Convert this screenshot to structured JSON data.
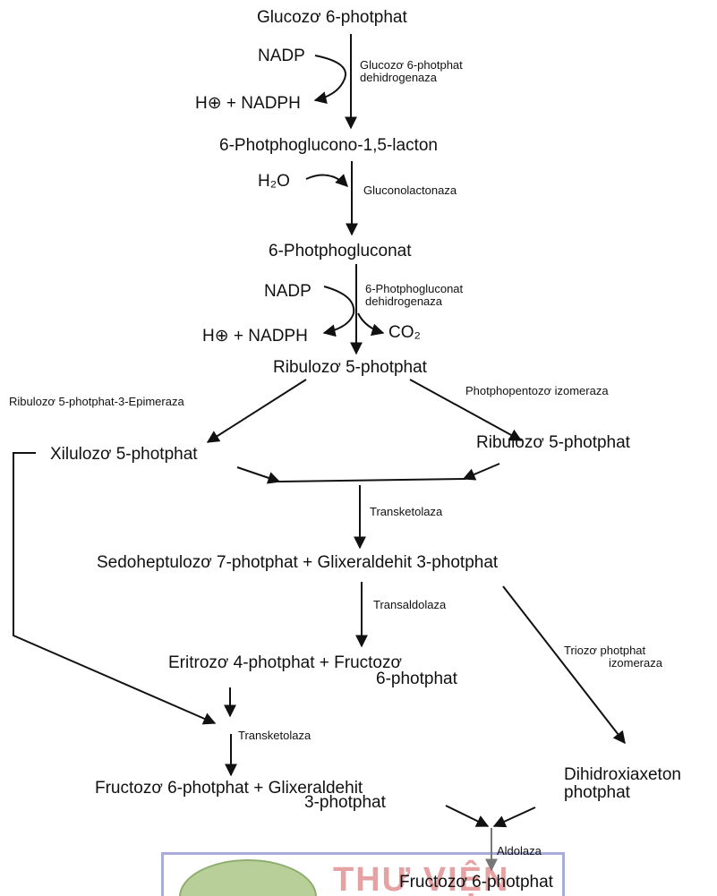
{
  "compounds": {
    "g6p": "Glucozơ 6-photphat",
    "lacton": "6-Photphoglucono-1,5-lacton",
    "gluconat": "6-Photphogluconat",
    "ribulozo5p": "Ribulozơ 5-photphat",
    "xilulozo5p": "Xilulozơ 5-photphat",
    "ribulozo5p_right": "Ribulozơ 5-photphat",
    "sedo_gap": "Sedoheptulozơ 7-photphat + Glixeraldehit  3-photphat",
    "eritrozo": "Eritrozơ 4-photphat + Fructozơ",
    "eritrozo_line2": "6-photphat",
    "f6p_gap": "Fructozơ 6-photphat + Glixeraldehit",
    "f6p_gap_line2": "3-photphat",
    "dhap": "Dihidroxiaxeton",
    "dhap_line2": "photphat",
    "final_f6p": "Fructozơ 6-photphat"
  },
  "cofactors": {
    "nadp1": "NADP",
    "hnadph1": "H⊕ + NADPH",
    "h2o": "H₂O",
    "nadp2": "NADP",
    "hnadph2": "H⊕ + NADPH",
    "co2": "CO₂"
  },
  "enzymes": {
    "g6pdh_line1": "Glucozơ 6-photphat",
    "g6pdh_line2": "dehidrogenaza",
    "gluconolactonaza": "Gluconolactonaza",
    "pgdh_line1": "6-Photphogluconat",
    "pgdh_line2": "dehidrogenaza",
    "epimeraza": "Ribulozơ 5-photphat-3-Epimeraza",
    "izomeraza": "Photphopentozơ izomeraza",
    "transketolaza1": "Transketolaza",
    "transaldolaza": "Transaldolaza",
    "trioz_iz_line1": "Triozơ photphat",
    "trioz_iz_line2": "izomeraza",
    "transketolaza2": "Transketolaza",
    "aldolaza": "Aldolaza"
  },
  "watermark": {
    "text": "THƯ VIỆN"
  }
}
